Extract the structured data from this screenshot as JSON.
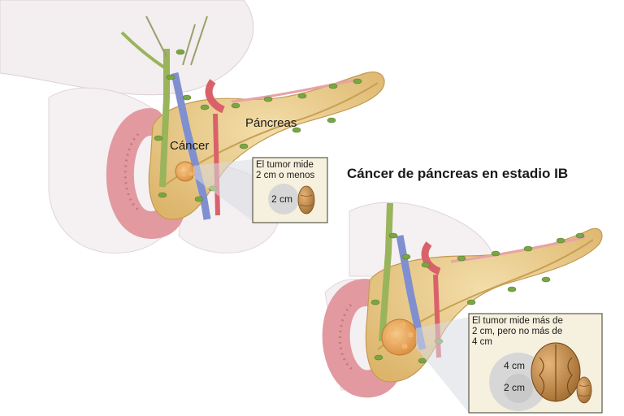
{
  "title": "Cáncer de páncreas en estadio IB",
  "labels": {
    "pancreas": "Páncreas",
    "cancer": "Cáncer"
  },
  "box_small": {
    "line1": "El tumor mide",
    "line2": "2 cm o menos",
    "size_label": "2 cm",
    "reference_object": "peanut-icon"
  },
  "box_large": {
    "line1": "El tumor mide más de",
    "line2": "2 cm, pero no más de",
    "line3": "4 cm",
    "size_large_label": "4 cm",
    "size_small_label": "2 cm",
    "reference_objects": [
      "walnut-icon",
      "peanut-icon"
    ]
  },
  "colors": {
    "pancreas": "#ecd08a",
    "tumor": "#e8a04a",
    "vessels_red": "#d9626a",
    "vessels_blue": "#7f8fcf",
    "duct_green": "#9ab45c",
    "lymph_nodes": "#7aa642",
    "intestine": "#e7a3a6",
    "box_fill": "#f6f1df",
    "box_border": "#5a5a4a"
  }
}
